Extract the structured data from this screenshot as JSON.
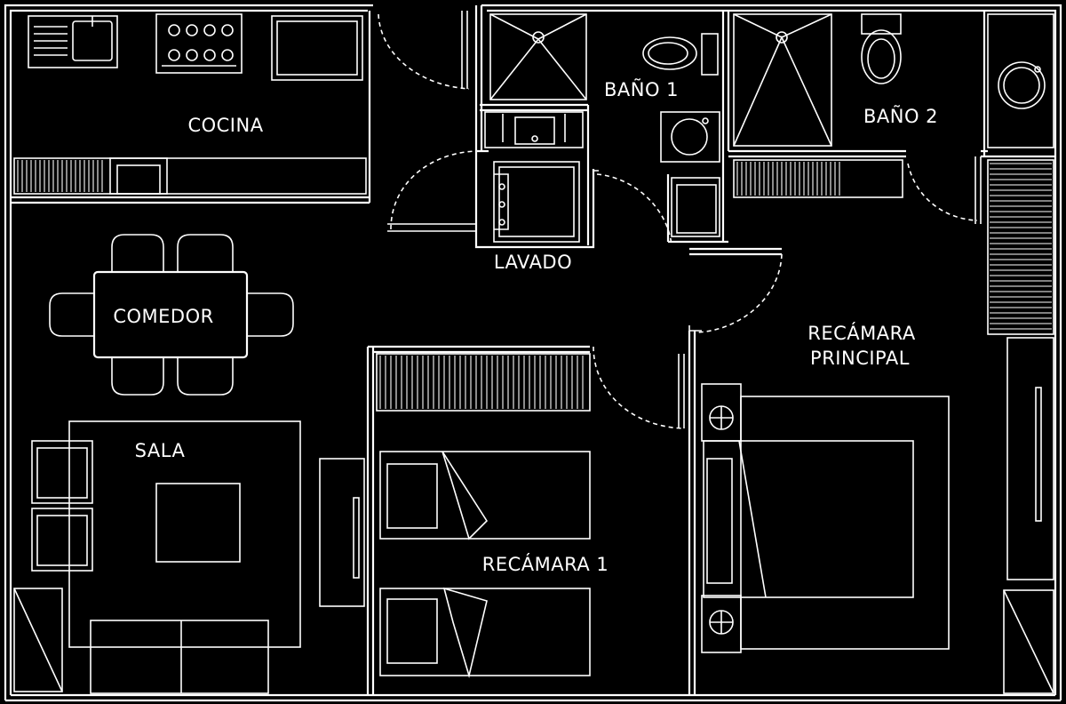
{
  "rooms": {
    "cocina": "COCINA",
    "bano1": "BAÑO 1",
    "bano2": "BAÑO 2",
    "lavado": "LAVADO",
    "comedor": "COMEDOR",
    "sala": "SALA",
    "recamara_principal_line1": "RECÁMARA",
    "recamara_principal_line2": "PRINCIPAL",
    "recamara1": "RECÁMARA 1"
  }
}
